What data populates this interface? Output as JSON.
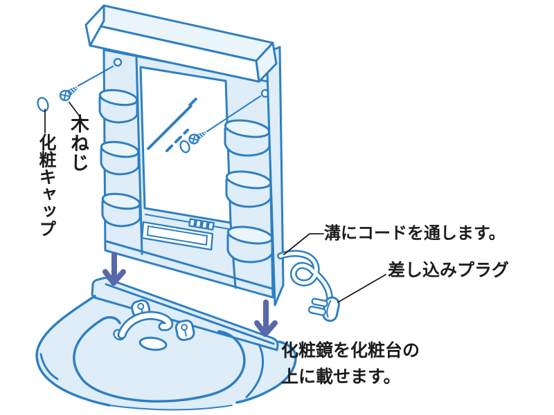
{
  "labels": {
    "wood_screw": "木ねじ",
    "cosmetic_cap": "化粧キャップ",
    "cord_groove": "溝にコードを通します。",
    "plug": "差し込みプラグ",
    "place_mirror_line1": "化粧鏡を化粧台の",
    "place_mirror_line2": "上に載せます。"
  },
  "icons": {
    "wood_screw_icon": "phillips-screw",
    "cosmetic_cap_icon": "oval-cap",
    "down_arrow": "downward-arrow",
    "screw_hole": "pilot-hole-circle"
  },
  "colors": {
    "line_blue": "#2E7FC2",
    "fill_light": "#DEEDF8",
    "fill_lighter": "#EAF4FB",
    "arrow_slate": "#5868AA",
    "text_black": "#1C1C1C",
    "background": "#FFFFFF"
  }
}
